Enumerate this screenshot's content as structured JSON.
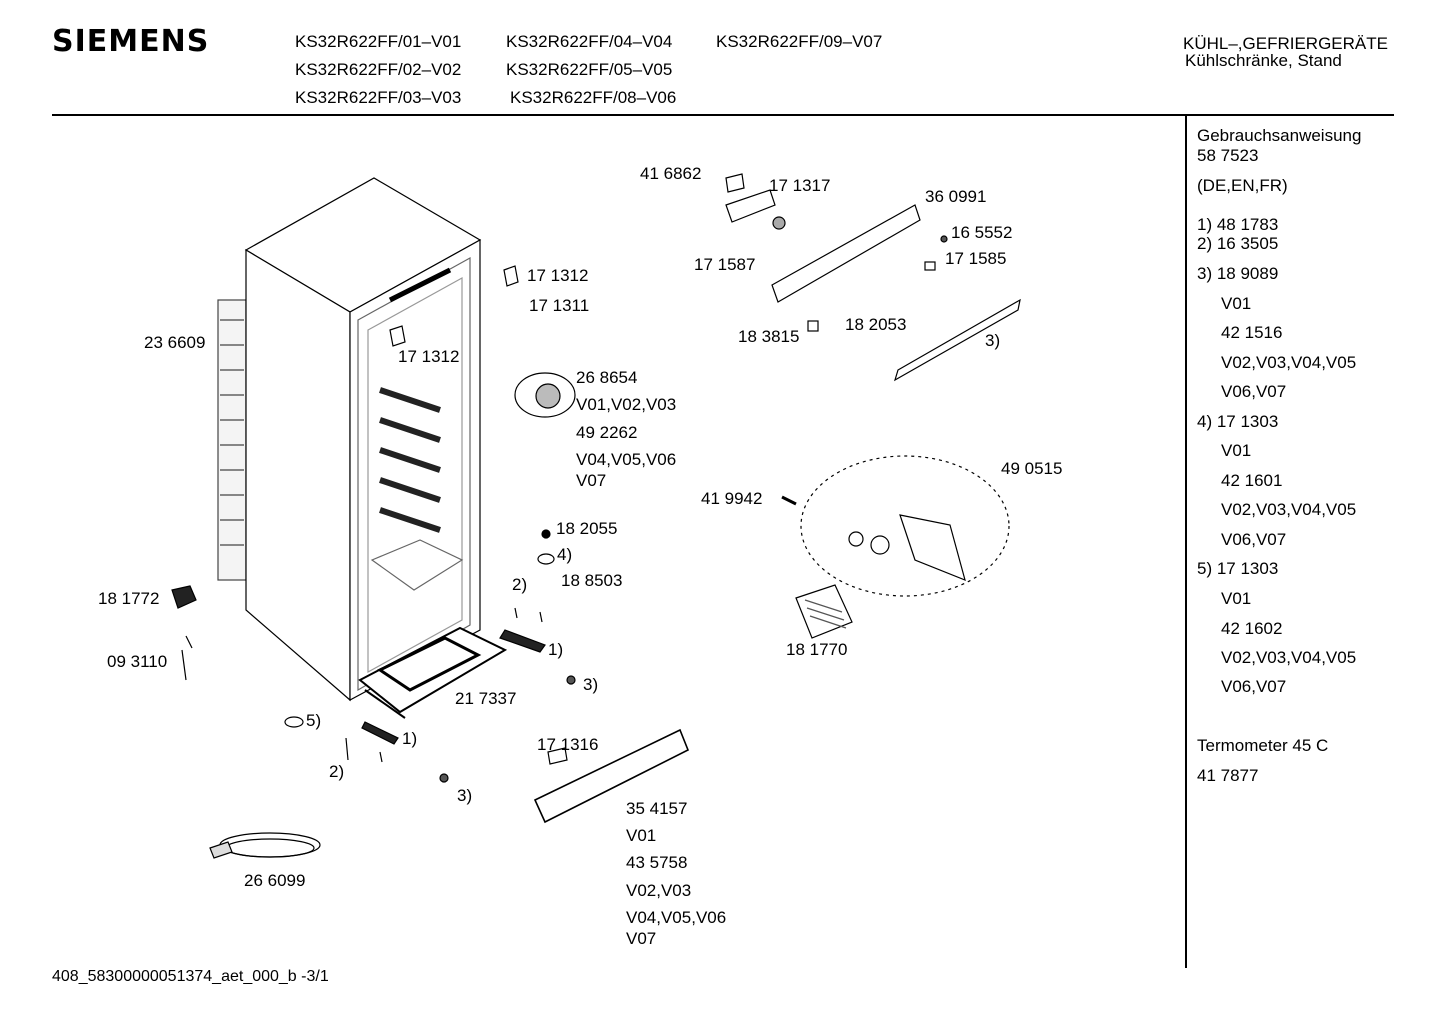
{
  "header": {
    "brand": "SIEMENS",
    "models": [
      "KS32R622FF/01–V01",
      "KS32R622FF/04–V04",
      "KS32R622FF/09–V07",
      "KS32R622FF/02–V02",
      "KS32R622FF/05–V05",
      "KS32R622FF/03–V03",
      "KS32R622FF/08–V06"
    ],
    "category_line1": "KÜHL–,GEFRIERGERÄTE",
    "category_line2": "Kühlschränke, Stand"
  },
  "parts": [
    "23 6609",
    "18 1772",
    "09 3110",
    "17 1312",
    "17 1311",
    "17 1312",
    "26 8654",
    "V01,V02,V03",
    "49 2262",
    "V04,V05,V06",
    "V07",
    "18 2055",
    "4)",
    "18 8503",
    "2)",
    "1)",
    "3)",
    "21 7337",
    "5)",
    "1)",
    "2)",
    "3)",
    "26 6099",
    "17 1316",
    "35 4157",
    "V01",
    "43 5758",
    "V02,V03",
    "V04,V05,V06",
    "V07",
    "41 6862",
    "17 1317",
    "36 0991",
    "16 5552",
    "17 1587",
    "17 1585",
    "18 3815",
    "18 2053",
    "3)",
    "49 0515",
    "41 9942",
    "18 1770"
  ],
  "sidebar": [
    "Gebrauchsanweisung",
    "58 7523",
    "(DE,EN,FR)",
    "1) 48 1783",
    "2) 16 3505",
    "3) 18 9089",
    "V01",
    "42 1516",
    "V02,V03,V04,V05",
    "V06,V07",
    "4) 17 1303",
    "V01",
    "42 1601",
    "V02,V03,V04,V05",
    "V06,V07",
    "5) 17 1303",
    "V01",
    "42 1602",
    "V02,V03,V04,V05",
    "V06,V07",
    "Termometer 45 C",
    "41 7877"
  ],
  "footer": "408_58300000051374_aet_000_b -3/1"
}
